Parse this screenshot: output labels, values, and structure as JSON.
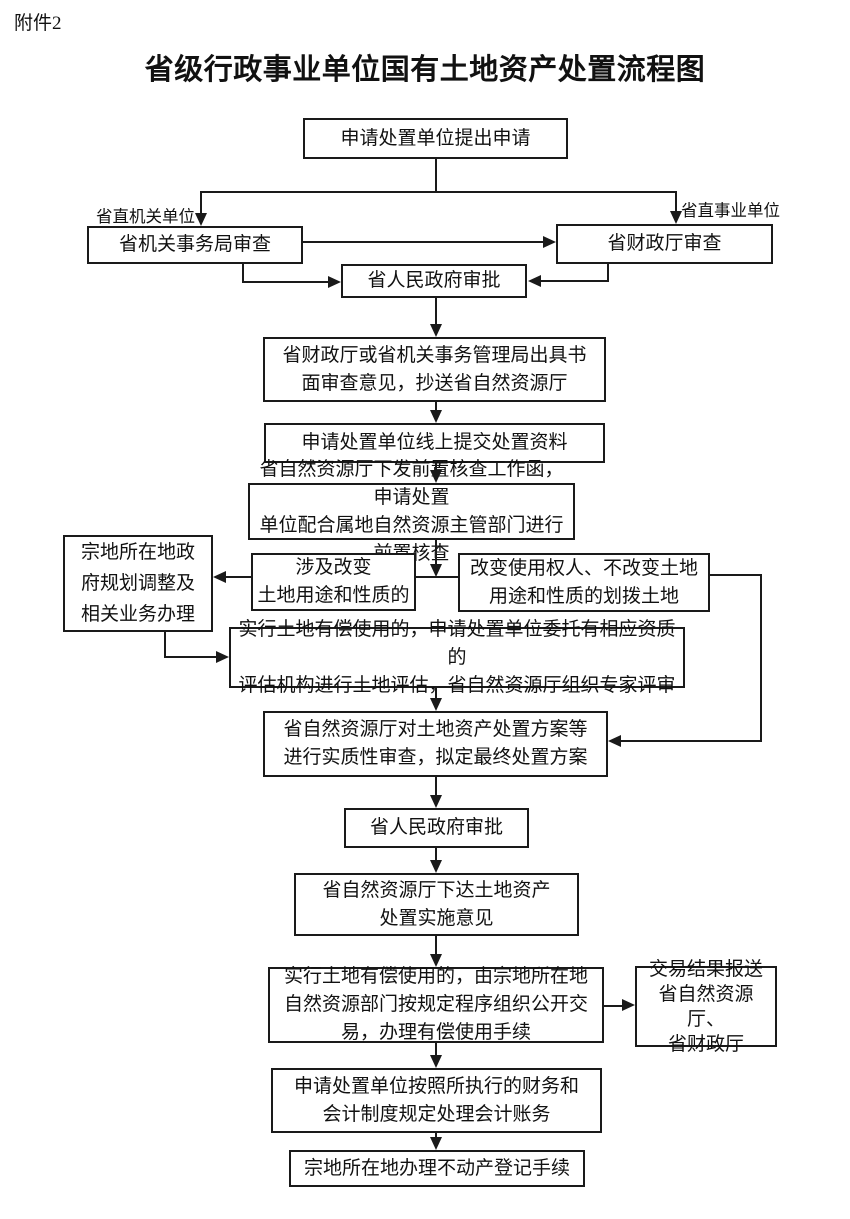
{
  "page": {
    "attachment_label": "附件2",
    "title": "省级行政事业单位国有土地资产处置流程图"
  },
  "branch_labels": {
    "left": "省直机关单位",
    "right": "省直事业单位"
  },
  "nodes": {
    "apply": {
      "label": "申请处置单位提出申请"
    },
    "org_affairs": {
      "label": "省机关事务局审查"
    },
    "finance_review": {
      "label": "省财政厅审查"
    },
    "gov_approval_1": {
      "label": "省人民政府审批"
    },
    "written_opinion": {
      "label": "省财政厅或省机关事务管理局出具书\n面审查意见，抄送省自然资源厅"
    },
    "online_submit": {
      "label": "申请处置单位线上提交处置资料"
    },
    "pre_check": {
      "label": "省自然资源厅下发前置核查工作函，申请处置\n单位配合属地自然资源主管部门进行前置核查"
    },
    "change_use": {
      "label": "涉及改变\n土地用途和性质的"
    },
    "change_owner": {
      "label": "改变使用权人、不改变土地\n用途和性质的划拨土地"
    },
    "plan_adjust": {
      "label": "宗地所在地政\n府规划调整及\n相关业务办理"
    },
    "appraisal": {
      "label": "实行土地有偿使用的，申请处置单位委托有相应资质的\n评估机构进行土地评估，省自然资源厅组织专家评审"
    },
    "substantive": {
      "label": "省自然资源厅对土地资产处置方案等\n进行实质性审查，拟定最终处置方案"
    },
    "gov_approval_2": {
      "label": "省人民政府审批"
    },
    "implement": {
      "label": "省自然资源厅下达土地资产\n处置实施意见"
    },
    "public_trade": {
      "label": "实行土地有偿使用的，由宗地所在地\n自然资源部门按规定程序组织公开交\n易，办理有偿使用手续"
    },
    "trade_report": {
      "label": "交易结果报送\n省自然资源厅、\n省财政厅"
    },
    "accounting": {
      "label": "申请处置单位按照所执行的财务和\n会计制度规定处理会计账务"
    },
    "registration": {
      "label": "宗地所在地办理不动产登记手续"
    }
  },
  "colors": {
    "line": "#1a1a1a",
    "box_border": "#1a1a1a",
    "background": "#ffffff",
    "text": "#111111"
  }
}
